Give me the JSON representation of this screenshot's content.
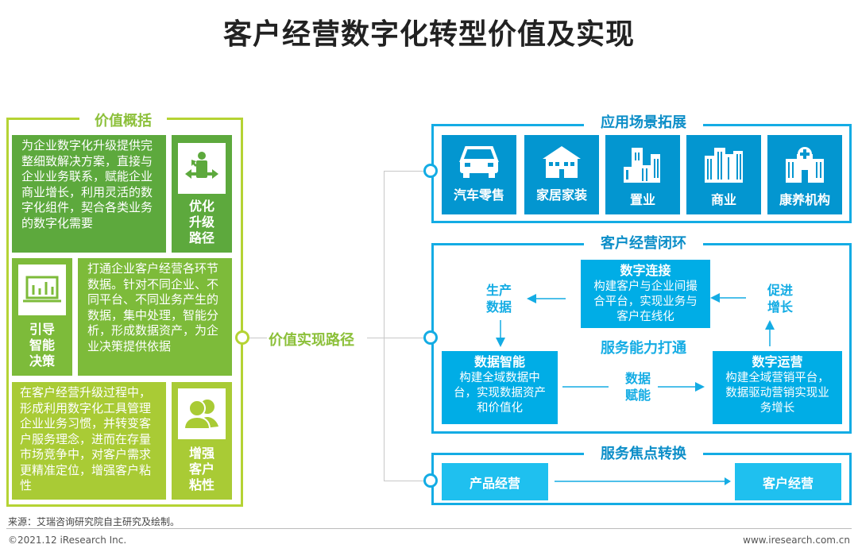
{
  "title": "客户经营数字化转型价值及实现",
  "value_summary": {
    "title": "价值概括",
    "items": [
      {
        "text": "为企业数字化升级提供完整细致解决方案，直接与企业业务联系，赋能企业商业增长，利用灵活的数字化组件，契合各类业务的数字化需要",
        "label": "优化升级路径",
        "icon": "business-person-arrows-icon"
      },
      {
        "text": "打通企业客户经营各环节数据。针对不同企业、不同平台、不同业务产生的数据，集中处理，智能分析，形成数据资产，为企业决策提供依据",
        "label": "引导智能决策",
        "icon": "bar-chart-monitor-icon"
      },
      {
        "text": "在客户经营升级过程中，形成利用数字化工具管理企业业务习惯，并转变客户服务理念，进而在存量市场竞争中，对客户需求更精准定位，增强客户粘性",
        "label": "增强客户粘性",
        "icon": "users-icon"
      }
    ]
  },
  "path_label": "价值实现路径",
  "scenarios": {
    "title": "应用场景拓展",
    "tiles": [
      {
        "label": "汽车零售",
        "icon": "car-icon"
      },
      {
        "label": "家居家装",
        "icon": "house-icon"
      },
      {
        "label": "置业",
        "icon": "buildings-icon"
      },
      {
        "label": "商业",
        "icon": "skyscrapers-icon"
      },
      {
        "label": "康养机构",
        "icon": "hospital-icon"
      }
    ]
  },
  "loop": {
    "title": "客户经营闭环",
    "center": "服务能力打通",
    "connect": {
      "title": "数字连接",
      "text": "构建客户与企业间撮合平台，实现业务与客户在线化"
    },
    "intel": {
      "title": "数据智能",
      "text": "构建全域数据中台，实现数据资产和价值化"
    },
    "ops": {
      "title": "数字运营",
      "text": "构建全域营销平台，数据驱动营销实现业务增长"
    },
    "produce_data": "生产数据",
    "data_enable": "数据赋能",
    "promote_growth": "促进增长"
  },
  "focus": {
    "title": "服务焦点转换",
    "from": "产品经营",
    "to": "客户经营"
  },
  "footer": {
    "source": "来源：艾瑞咨询研究院自主研究及绘制。",
    "copyright": "©2021.12 iResearch Inc.",
    "site": "www.iresearch.com.cn"
  }
}
